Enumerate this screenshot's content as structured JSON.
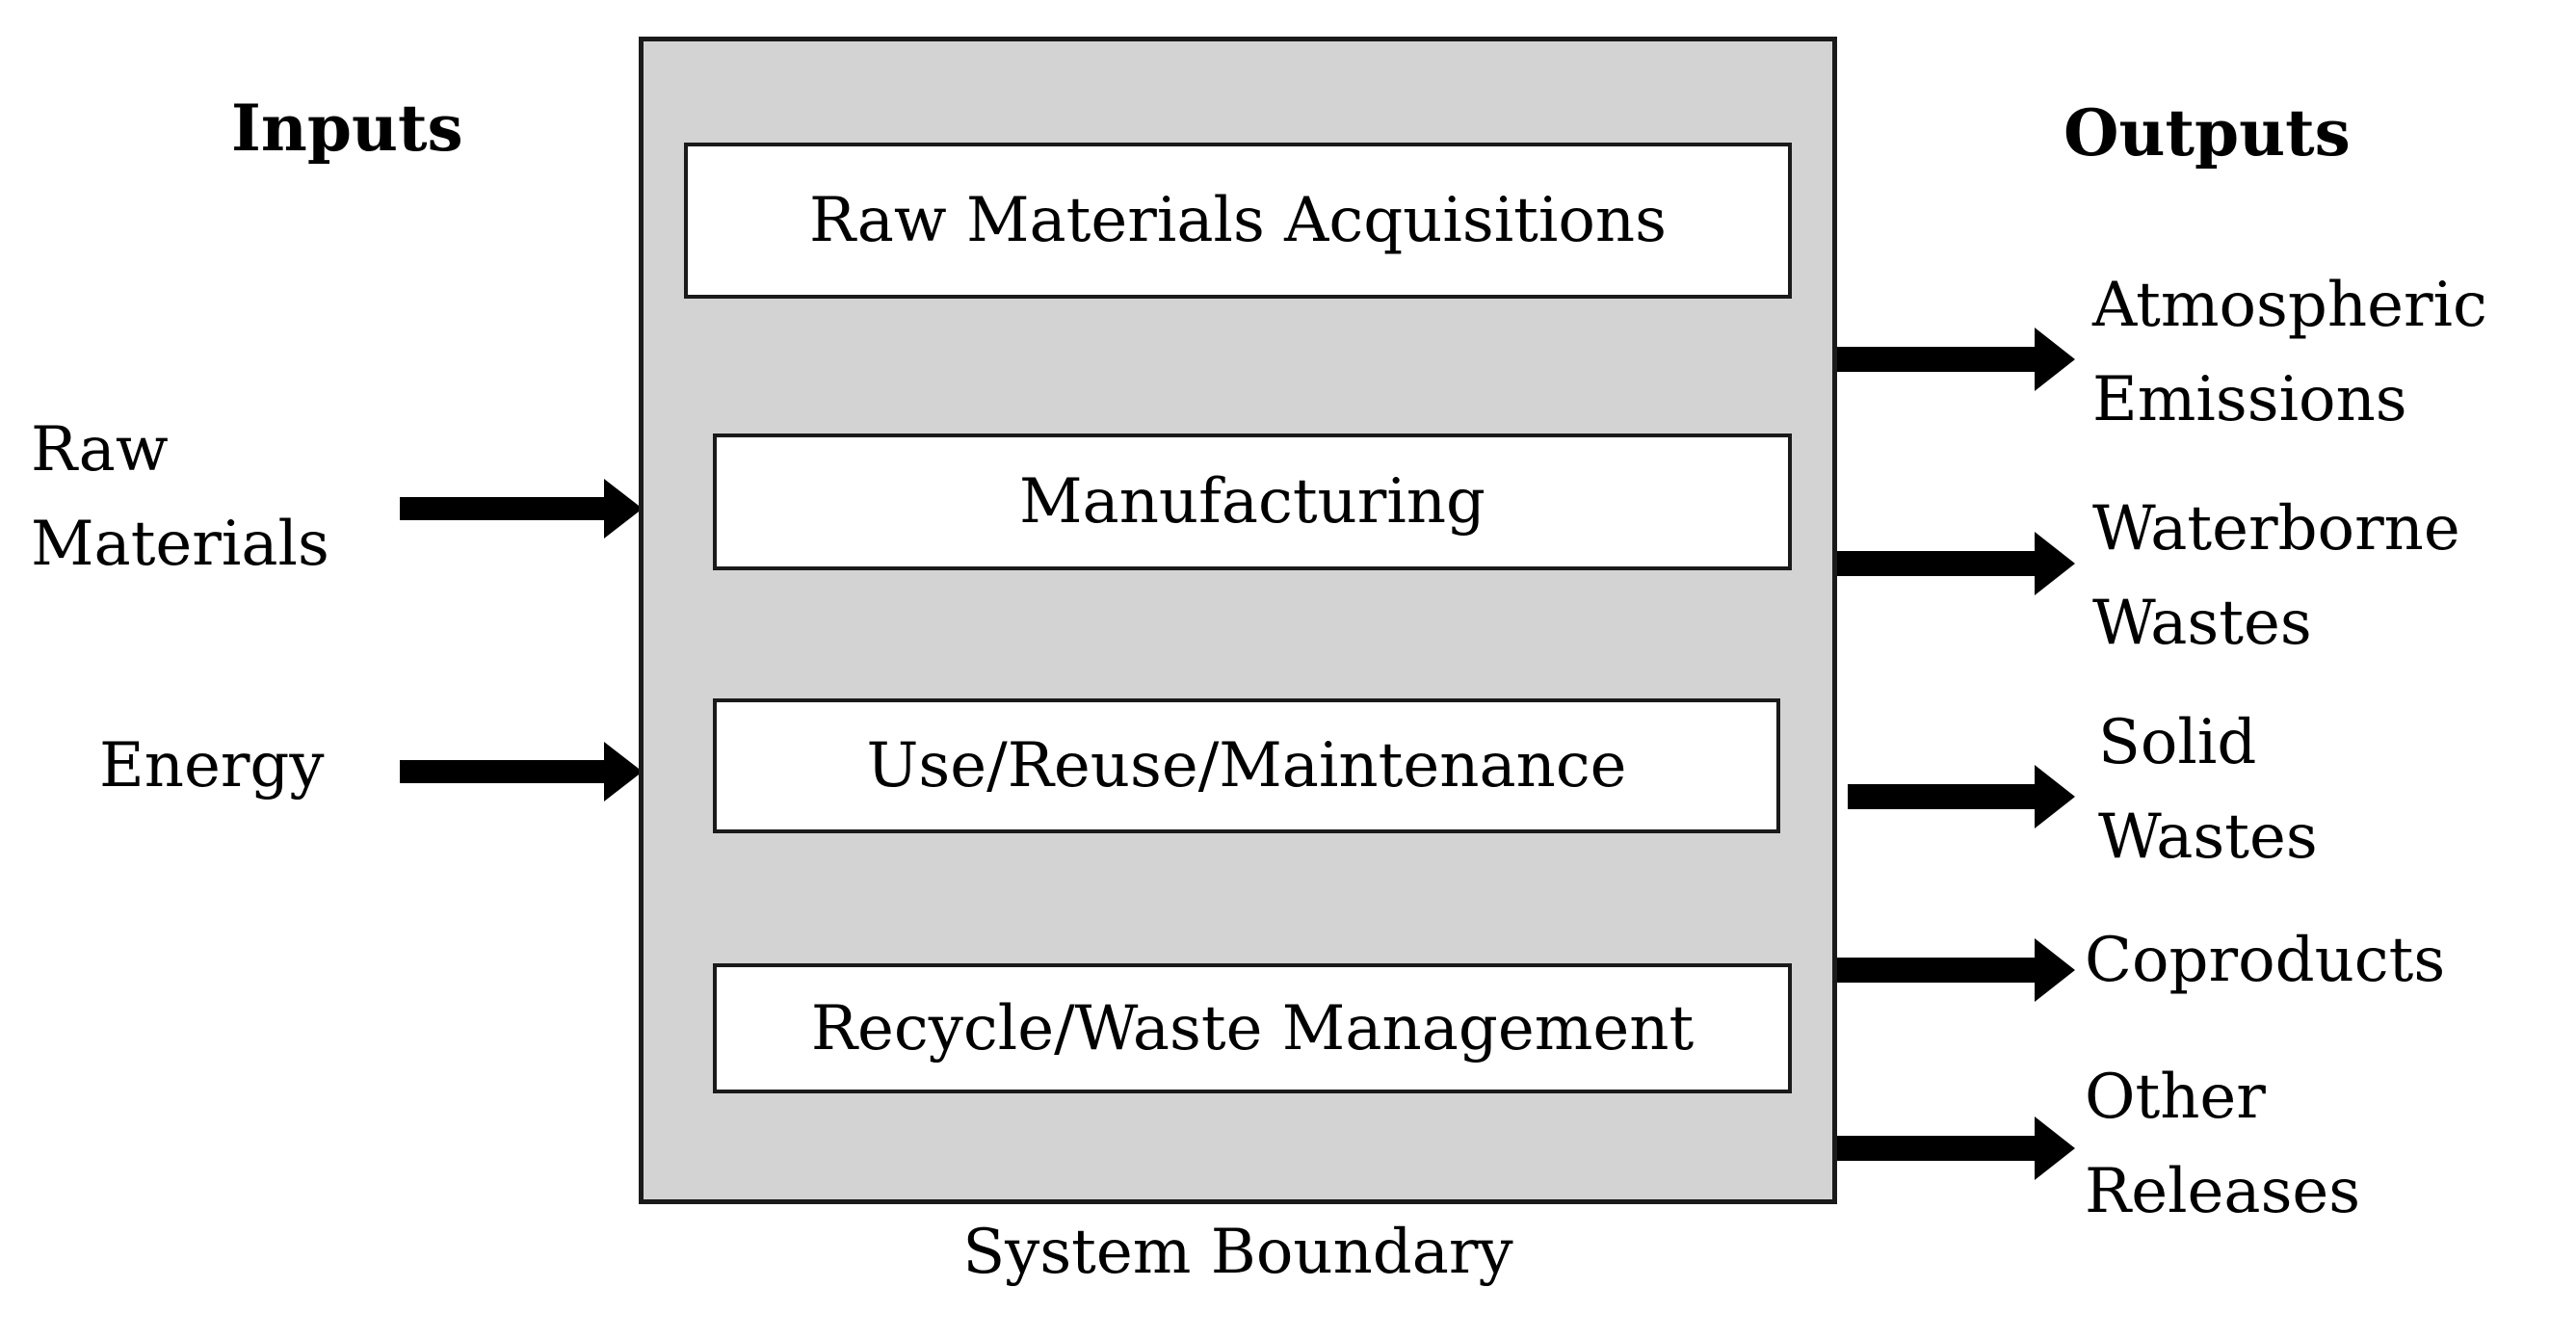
{
  "inputs": {
    "heading": "Inputs",
    "items": [
      {
        "label_line1": "Raw",
        "label_line2": "Materials"
      },
      {
        "label_line1": "Energy"
      }
    ]
  },
  "outputs": {
    "heading": "Outputs",
    "items": [
      {
        "label_line1": "Atmospheric",
        "label_line2": "Emissions"
      },
      {
        "label_line1": "Waterborne",
        "label_line2": "Wastes"
      },
      {
        "label_line1": "Solid",
        "label_line2": "Wastes"
      },
      {
        "label_line1": "Coproducts"
      },
      {
        "label_line1": "Other",
        "label_line2": "Releases"
      }
    ]
  },
  "system": {
    "caption": "System Boundary",
    "stages": [
      "Raw Materials Acquisitions",
      "Manufacturing",
      "Use/Reuse/Maintenance",
      "Recycle/Waste Management"
    ]
  },
  "colors": {
    "boundary_fill": "#d3d3d3",
    "stage_fill": "#ffffff",
    "arrow": "#000000",
    "border": "#1a1a1a"
  }
}
